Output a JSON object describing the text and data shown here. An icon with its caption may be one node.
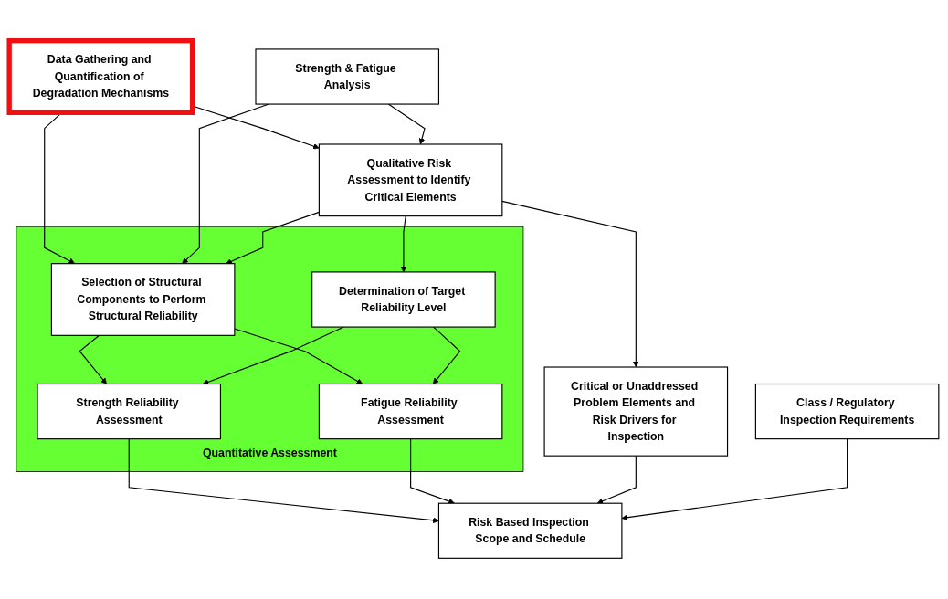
{
  "diagram": {
    "nodes": [
      {
        "text": [
          "Class / Regulatory Inspection Requirements"
        ]
      },
      {
        "text": [
          "Data Gathering and Quantification of Degradation Mechanisms"
        ]
      },
      {
        "text": [
          "Strength & Fatigue Analysis"
        ]
      },
      {
        "text": [
          "Qualitative Risk Assessment to Identify Critical Elements"
        ]
      },
      {
        "text": [
          "Quantitative Assessment"
        ]
      },
      {
        "text": [
          "Selection of Structural Components to Perform Structural Reliability"
        ],
        "in": 4
      },
      {
        "text": [
          "Determination of Target Reliability Level"
        ],
        "in": 4
      },
      {
        "text": [
          "Strength Reliability Assessment"
        ],
        "in": 4
      },
      {
        "text": [
          "Fatigue Reliability Assessment"
        ],
        "in": 4
      },
      {
        "text": [
          "Critical or Unaddressed Problem Elements and Risk Drivers for Inspection"
        ]
      },
      {
        "text": [
          "Risk Based Inspection Scope and Schedule"
        ]
      }
    ],
    "edges": [
      {
        "from": 1,
        "to": 5,
        "arrow": "to"
      },
      {
        "from": 1,
        "to": 3,
        "arrow": "to"
      },
      {
        "from": 2,
        "to": 5,
        "arrow": "to"
      },
      {
        "from": 2,
        "to": 3,
        "arrow": "to"
      },
      {
        "from": 3,
        "to": 5,
        "arrow": "to"
      },
      {
        "from": 3,
        "to": 6,
        "arrow": "to"
      },
      {
        "from": 3,
        "to": 9,
        "arrow": "to"
      },
      {
        "from": 5,
        "to": 7,
        "arrow": "to"
      },
      {
        "from": 5,
        "to": 8,
        "arrow": "to"
      },
      {
        "from": 6,
        "to": 7,
        "arrow": "to"
      },
      {
        "from": 6,
        "to": 8,
        "arrow": "to"
      },
      {
        "from": 7,
        "to": 10,
        "arrow": "to"
      },
      {
        "from": 8,
        "to": 10,
        "arrow": "to"
      },
      {
        "from": 9,
        "to": 10,
        "arrow": "to"
      },
      {
        "from": 0,
        "to": 10,
        "arrow": "to"
      }
    ]
  }
}
